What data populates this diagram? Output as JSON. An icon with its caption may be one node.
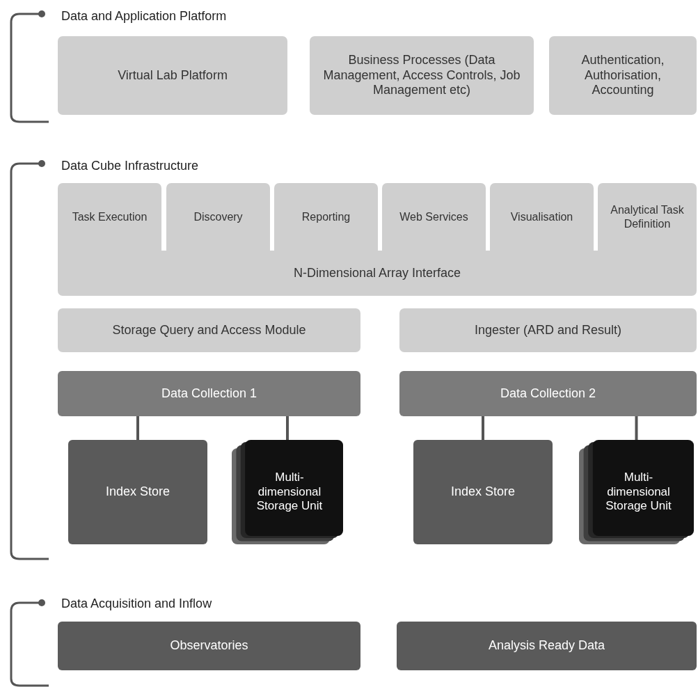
{
  "diagram": {
    "nodes": [
      {
        "text": [
          "Virtual Lab Platform"
        ]
      },
      {
        "text": [
          "Business Processes (Data Management, Access Controls, Job Management etc)"
        ]
      },
      {
        "text": [
          "Authentication, Authorisation, Accounting"
        ]
      },
      {
        "text": [
          "Task Execution"
        ]
      },
      {
        "text": [
          "Discovery"
        ]
      },
      {
        "text": [
          "Reporting"
        ]
      },
      {
        "text": [
          "Web Services"
        ]
      },
      {
        "text": [
          "Visualisation"
        ]
      },
      {
        "text": [
          "Analytical Task Definition"
        ]
      },
      {
        "text": [
          "N-Dimensional Array Interface"
        ]
      },
      {
        "text": [
          "Storage Query and Access Module"
        ]
      },
      {
        "text": [
          "Ingester (ARD and Result)"
        ]
      },
      {
        "text": [
          "Data Collection 1"
        ]
      },
      {
        "text": [
          "Index Store"
        ]
      },
      {
        "text": [
          "Multi-dimensional Storage Unit"
        ]
      },
      {
        "text": [
          "Data Collection 2"
        ]
      },
      {
        "text": [
          "Index Store"
        ]
      },
      {
        "text": [
          "Multi-dimensional Storage Unit"
        ]
      },
      {
        "text": [
          "Observatories"
        ]
      },
      {
        "text": [
          "Analysis Ready Data"
        ]
      }
    ],
    "edges": [
      {
        "from": 12,
        "to": 13,
        "arrow": "none"
      },
      {
        "from": 12,
        "to": 14,
        "arrow": "none"
      },
      {
        "from": 15,
        "to": 16,
        "arrow": "none"
      },
      {
        "from": 15,
        "to": 17,
        "arrow": "none"
      }
    ],
    "labels": [
      "Data and Application Platform",
      "Data Cube Infrastructure",
      "Data Acquisition and Inflow"
    ]
  }
}
